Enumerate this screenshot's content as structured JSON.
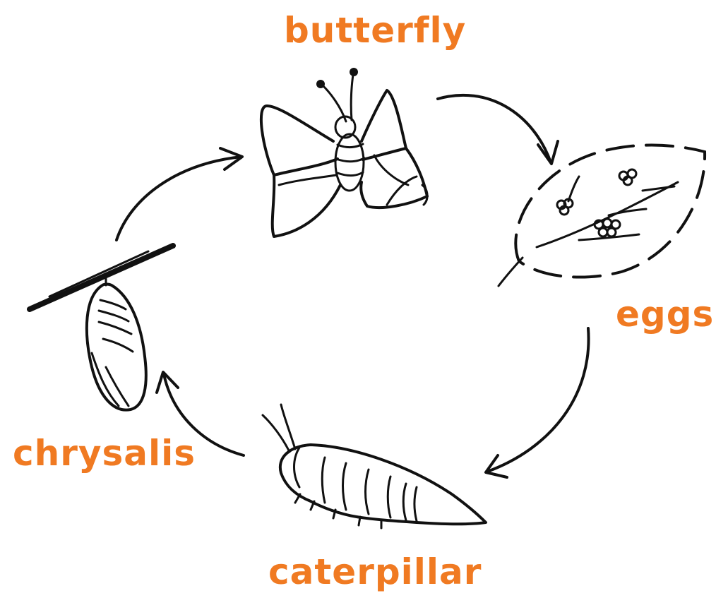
{
  "diagram": {
    "label_color": "#f07a22",
    "ink_color": "#111111",
    "stages": [
      {
        "id": "butterfly",
        "label": "butterfly",
        "icon": "butterfly-icon"
      },
      {
        "id": "eggs",
        "label": "eggs",
        "icon": "eggs-icon"
      },
      {
        "id": "caterpillar",
        "label": "caterpillar",
        "icon": "caterpillar-icon"
      },
      {
        "id": "chrysalis",
        "label": "chrysalis",
        "icon": "chrysalis-icon"
      }
    ],
    "flow": [
      {
        "from": "butterfly",
        "to": "eggs"
      },
      {
        "from": "eggs",
        "to": "caterpillar"
      },
      {
        "from": "caterpillar",
        "to": "chrysalis"
      },
      {
        "from": "chrysalis",
        "to": "butterfly"
      }
    ]
  }
}
